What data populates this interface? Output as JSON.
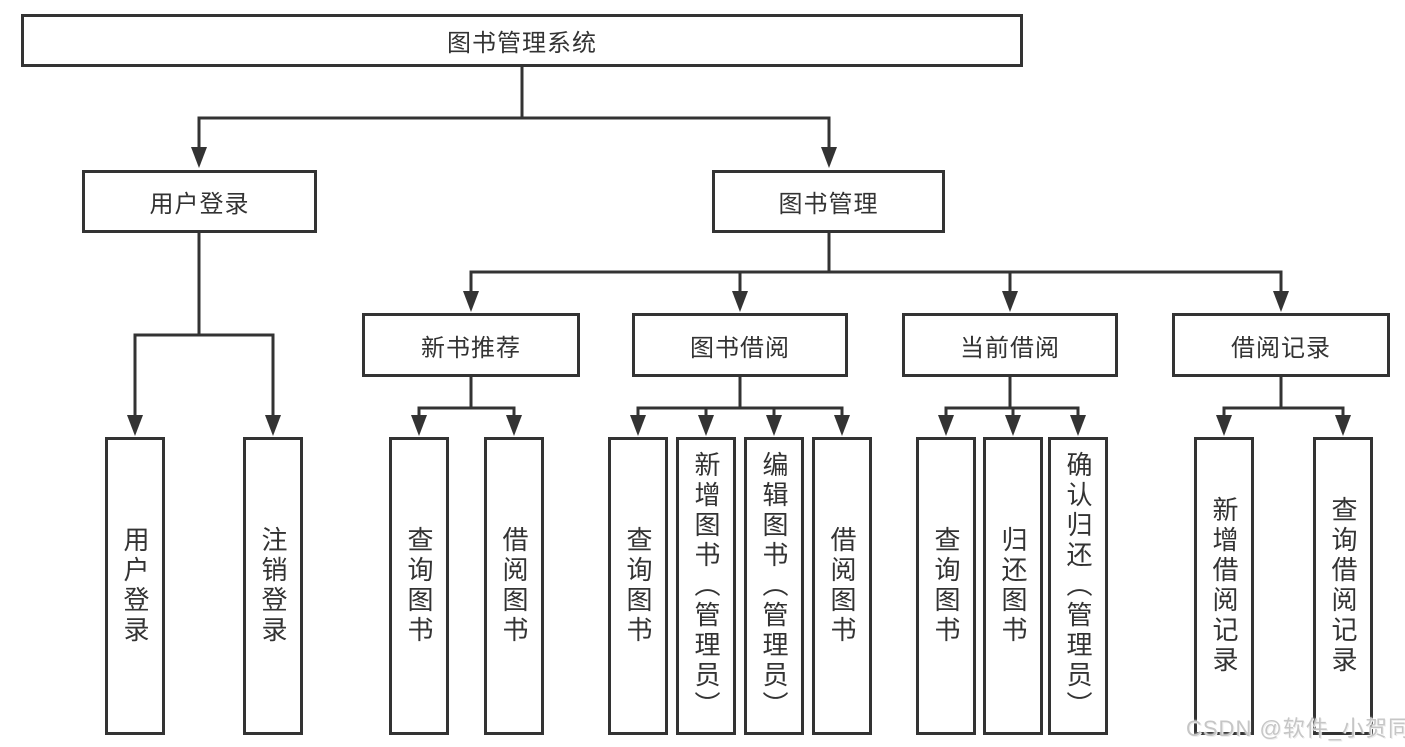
{
  "colors": {
    "line": "#333333",
    "box_border": "#333333",
    "text": "#333333",
    "watermark": "#c6c6c6",
    "background": "#ffffff"
  },
  "nodes": {
    "root": {
      "label": "图书管理系统"
    },
    "branches": [
      {
        "label": "用户登录"
      },
      {
        "label": "图书管理"
      }
    ],
    "modules": [
      {
        "label": "新书推荐"
      },
      {
        "label": "图书借阅"
      },
      {
        "label": "当前借阅"
      },
      {
        "label": "借阅记录"
      }
    ],
    "leaves": [
      {
        "label": "用户登录"
      },
      {
        "label": "注销登录"
      },
      {
        "label": "查询图书"
      },
      {
        "label": "借阅图书"
      },
      {
        "label": "查询图书"
      },
      {
        "label": "新增图书（管理员）"
      },
      {
        "label": "编辑图书（管理员）"
      },
      {
        "label": "借阅图书"
      },
      {
        "label": "查询图书"
      },
      {
        "label": "归还图书"
      },
      {
        "label": "确认归还（管理员）"
      },
      {
        "label": "新增借阅记录"
      },
      {
        "label": "查询借阅记录"
      }
    ]
  },
  "watermark": {
    "text": "CSDN @软件_小贺同学"
  }
}
